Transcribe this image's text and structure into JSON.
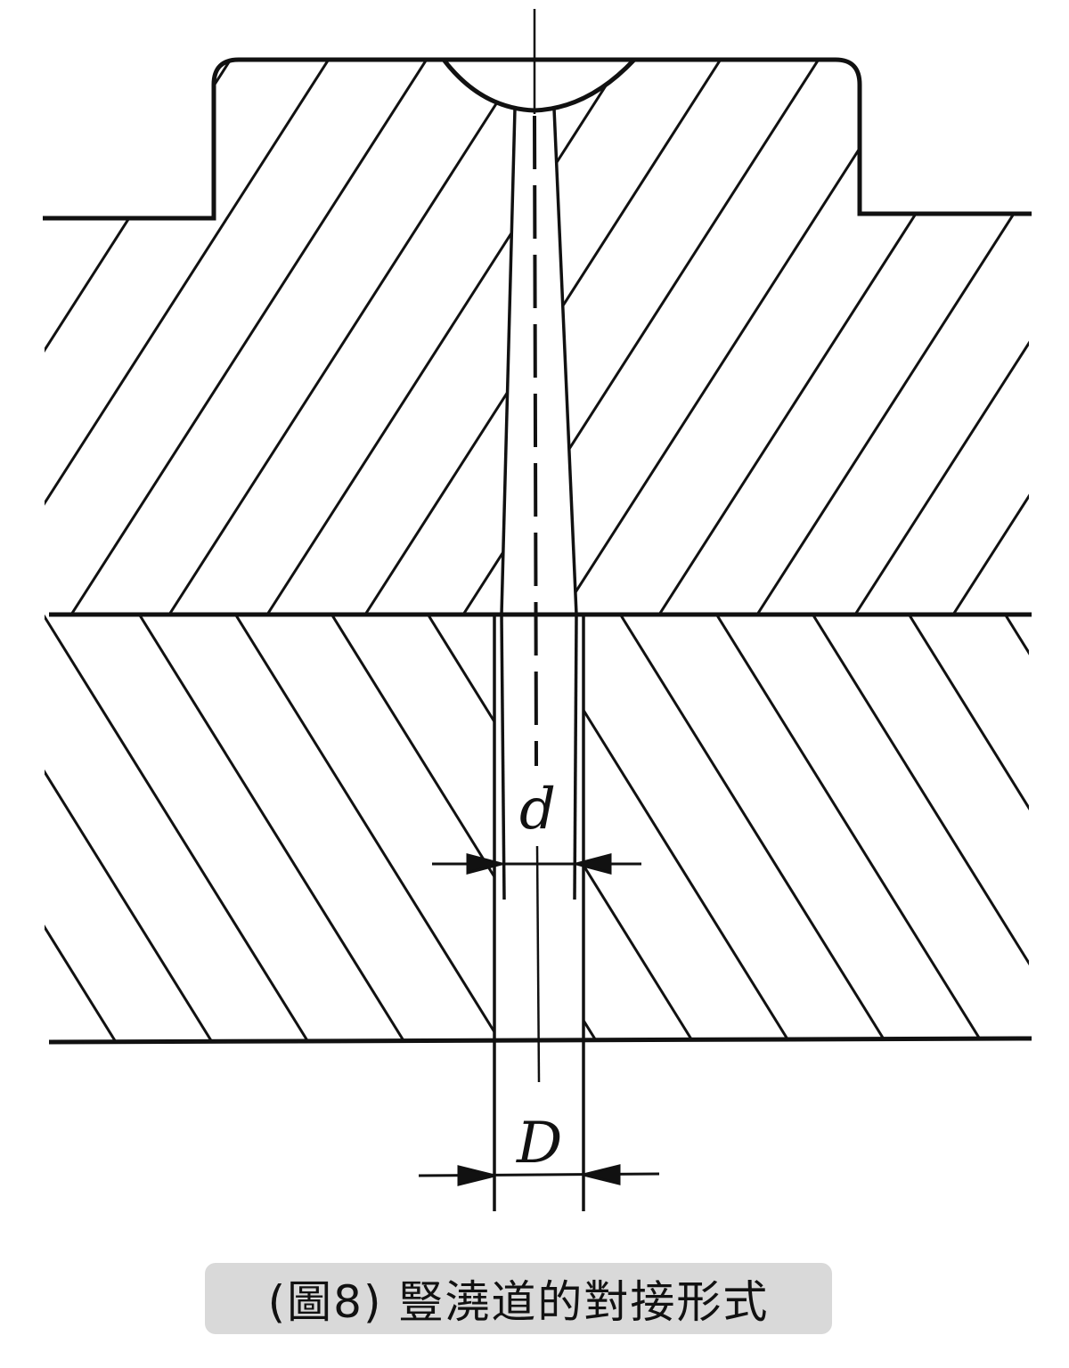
{
  "diagram": {
    "labels": {
      "small_diameter": "d",
      "large_diameter": "D"
    },
    "colors": {
      "line": "#111111",
      "caption_bg": "#d9d9d9"
    }
  },
  "caption": "(圖8) 豎澆道的對接形式"
}
